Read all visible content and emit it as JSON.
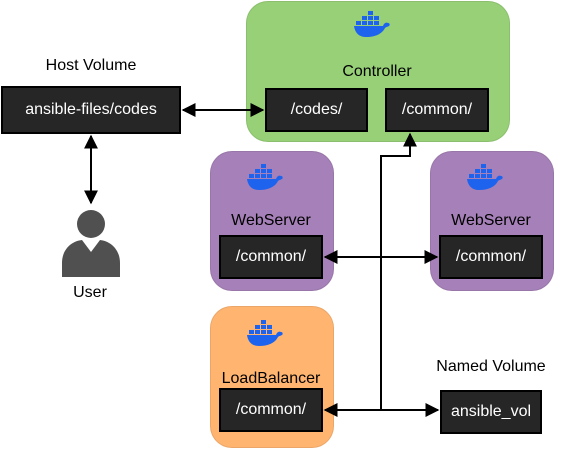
{
  "host_volume": {
    "title": "Host Volume",
    "path": "ansible-files/codes"
  },
  "user": {
    "label": "User"
  },
  "controller": {
    "title": "Controller",
    "mount_codes": "/codes/",
    "mount_common": "/common/",
    "color": "#97d077"
  },
  "webserver_left": {
    "title": "WebServer",
    "mount_common": "/common/",
    "color": "#a680b8"
  },
  "webserver_right": {
    "title": "WebServer",
    "mount_common": "/common/",
    "color": "#a680b8"
  },
  "loadbalancer": {
    "title": "LoadBalancer",
    "mount_common": "/common/",
    "color": "#ffb570"
  },
  "named_volume": {
    "title": "Named Volume",
    "name": "ansible_vol"
  },
  "icons": {
    "container_icon": "docker-whale-icon",
    "user_icon": "user-icon",
    "whale_color": "#1d63ed"
  }
}
